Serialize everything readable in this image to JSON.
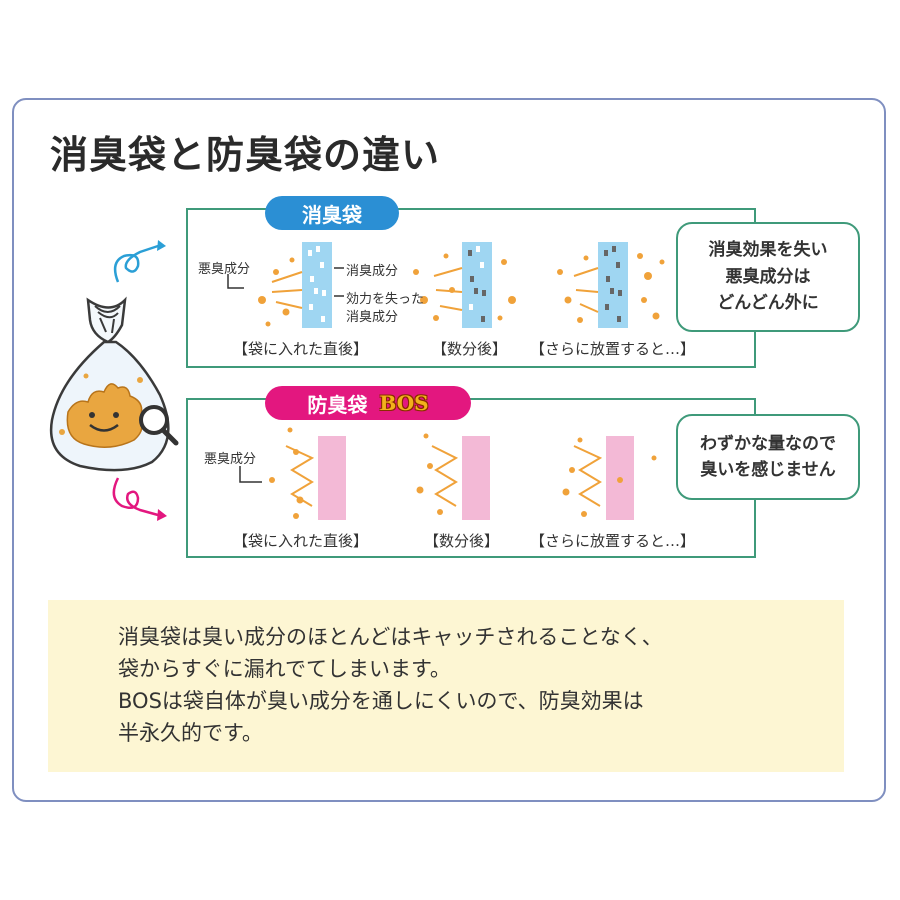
{
  "title": "消臭袋と防臭袋の違い",
  "deodorant_bag": {
    "label": "消臭袋",
    "odor_label": "悪臭成分",
    "deodorant_label": "消臭成分",
    "spent_label_1": "効力を失った",
    "spent_label_2": "消臭成分",
    "stages": [
      "【袋に入れた直後】",
      "【数分後】",
      "【さらに放置すると…】"
    ],
    "bubble": [
      "消臭効果を失い",
      "悪臭成分は",
      "どんどん外に"
    ]
  },
  "odorproof_bag": {
    "label": "防臭袋",
    "brand": "BOS",
    "odor_label": "悪臭成分",
    "stages": [
      "【袋に入れた直後】",
      "【数分後】",
      "【さらに放置すると…】"
    ],
    "bubble": [
      "わずかな量なので",
      "臭いを感じません"
    ]
  },
  "note": [
    "消臭袋は臭い成分のほとんどはキャッチされることなく、",
    "袋からすぐに漏れでてしまいます。",
    "BOSは袋自体が臭い成分を通しにくいので、防臭効果は",
    "半永久的です。"
  ],
  "colors": {
    "frame": "#7f8fc0",
    "panel_border": "#3f9a7a",
    "blue_accent": "#2b8fd4",
    "pink_accent": "#e3177f",
    "odor_dot": "#f0a23a",
    "note_bg": "#fdf6d3",
    "membrane_blue": "#9fd6f2",
    "membrane_pink": "#f3b9d6"
  },
  "icons": [
    "poop-in-bag-illustration",
    "magnifier-icon",
    "blue-curl-arrow-icon",
    "pink-curl-arrow-icon"
  ]
}
